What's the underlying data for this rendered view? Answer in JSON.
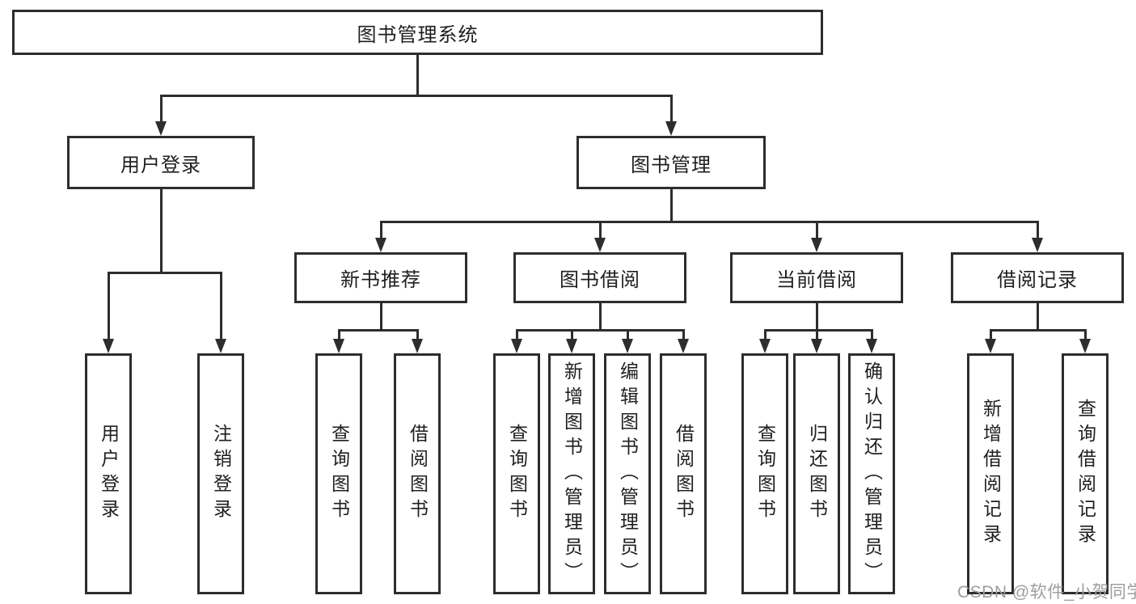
{
  "diagram": {
    "root": "图书管理系统",
    "branches": [
      {
        "label": "用户登录",
        "children": [
          "用户登录",
          "注销登录"
        ]
      },
      {
        "label": "图书管理",
        "children": [
          {
            "label": "新书推荐",
            "children": [
              "查询图书",
              "借阅图书"
            ]
          },
          {
            "label": "图书借阅",
            "children": [
              "查询图书",
              "新增图书（管理员）",
              "编辑图书（管理员）",
              "借阅图书"
            ]
          },
          {
            "label": "当前借阅",
            "children": [
              "查询图书",
              "归还图书",
              "确认归还（管理员）"
            ]
          },
          {
            "label": "借阅记录",
            "children": [
              "新增借阅记录",
              "查询借阅记录"
            ]
          }
        ]
      }
    ]
  },
  "watermark": "CSDN @软件_小贺同学",
  "colors": {
    "line": "#2d2d2d",
    "box_border": "#2d2d2d",
    "box_background": "#ffffff",
    "text": "#1f1f1f",
    "watermark": "#9e9e9e",
    "page_background": "#ffffff"
  }
}
